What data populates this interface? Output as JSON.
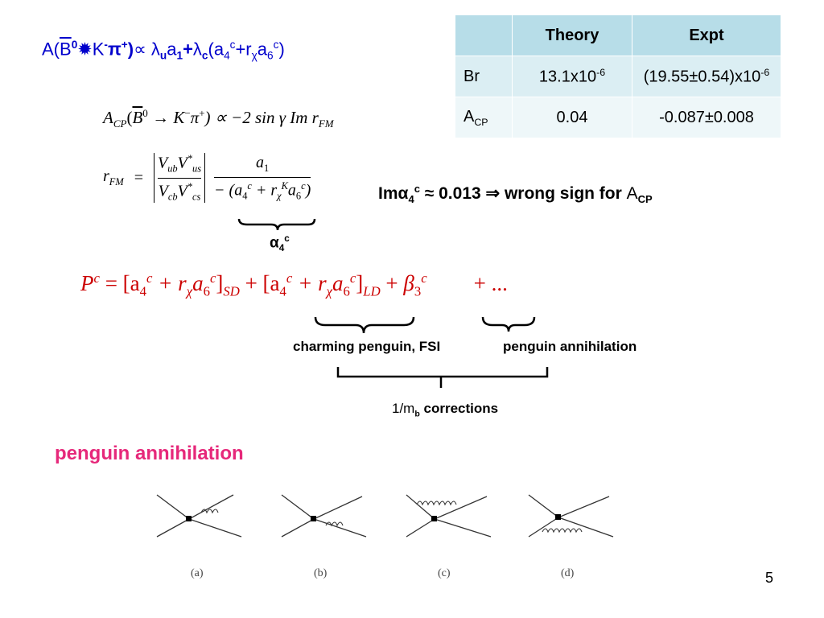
{
  "header_formula": {
    "amp": "A(",
    "bbar": "B",
    "zero": "0",
    "arrow_glyph": "✹",
    "k": "K",
    "k_charge": "-",
    "pi": "π",
    "pi_charge": "+",
    "close": ")",
    "propto": "∝ ",
    "lambda_u": "λ",
    "sub_u": "u",
    "a": "a",
    "sub_1": "1",
    "plus": "+",
    "lambda_c": "λ",
    "sub_c": "c",
    "paren_open": "(a",
    "sub_4": "4",
    "sup_c1": "c",
    "plus_r": "+r",
    "chi": "χ",
    "a6": "a",
    "sub_6": "6",
    "sup_c2": "c",
    "paren_close": ")"
  },
  "table": {
    "headers": [
      "",
      "Theory",
      "Expt"
    ],
    "rows": [
      {
        "label": "Br",
        "theory_base": "13.1x10",
        "theory_exp": "-6",
        "expt_base": "(19.55",
        "expt_pm": "±",
        "expt_mid": "0.54)x10",
        "expt_exp": "-6"
      },
      {
        "label_main": "A",
        "label_sub": "CP",
        "theory": "0.04",
        "expt_val": "-0.087",
        "expt_pm": "±",
        "expt_err": "0.008"
      }
    ]
  },
  "acp_formula": {
    "A": "A",
    "CP": "CP",
    "lhs_rest": "(",
    "B": "B",
    "zero": "0",
    "arrow": " → K",
    "minus": "−",
    "pi": "π",
    "plus": "+",
    "rhs": ") ∝ −2 sin γ Im r",
    "FM": "FM"
  },
  "rfm_formula": {
    "r": "r",
    "FM": "FM",
    "eq": "=",
    "num_abs": "V",
    "ub": "ub",
    "Vus": "V",
    "us": "us",
    "star": "*",
    "den_abs": "V",
    "cb": "cb",
    "Vcs": "V",
    "cs": "cs",
    "a1": "a",
    "a1_sub": "1",
    "den_text": "− (a",
    "a4_sub": "4",
    "a4_sup": "c",
    "plus_r": " + r",
    "rchi": "χ",
    "rK": "K",
    "a6": "a",
    "a6_sub": "6",
    "a6_sup": "c",
    "den_close": ")"
  },
  "alpha_label": {
    "alpha": "α",
    "sub": "4",
    "sup": "c"
  },
  "wrong_sign": {
    "im": "Im",
    "alpha": "α",
    "sub": "4",
    "sup": "c",
    "approx": " ≈ 0.013 ",
    "implies": "⇒",
    "text": "  wrong sign for ",
    "A": "A",
    "CP": "CP"
  },
  "pc_formula": {
    "P": "P",
    "c": "c",
    "eq": " = [a",
    "s4": "4",
    "s4c": "c",
    "plus_r": " + r",
    "chi": "χ",
    "a6": "a",
    "s6": "6",
    "s6c": "c",
    "close_sd": "]",
    "SD": "SD",
    "plus_open": " + [a",
    "s4b": "4",
    "s4cb": "c",
    "plus_r2": " + r",
    "chi2": "χ",
    "a6b": "a",
    "s6b": "6",
    "s6cb": "c",
    "close_ld": "]",
    "LD": "LD",
    "plus_beta": " + ",
    "beta": "β",
    "s3": "3",
    "s3c": "c",
    "ellipsis": "+ ..."
  },
  "labels": {
    "charming": "charming penguin, FSI",
    "annihilation_brace": "penguin annihilation",
    "corrections_pre": "1/m",
    "corrections_sub": "b",
    "corrections_post": " corrections",
    "section_title": "penguin annihilation"
  },
  "diagrams": {
    "labels": [
      "(a)",
      "(b)",
      "(c)",
      "(d)"
    ]
  },
  "page_number": "5",
  "colors": {
    "header_blue": "#0000cc",
    "formula_red": "#cc0000",
    "section_pink": "#e6287a",
    "table_head": "#b7dde8"
  }
}
